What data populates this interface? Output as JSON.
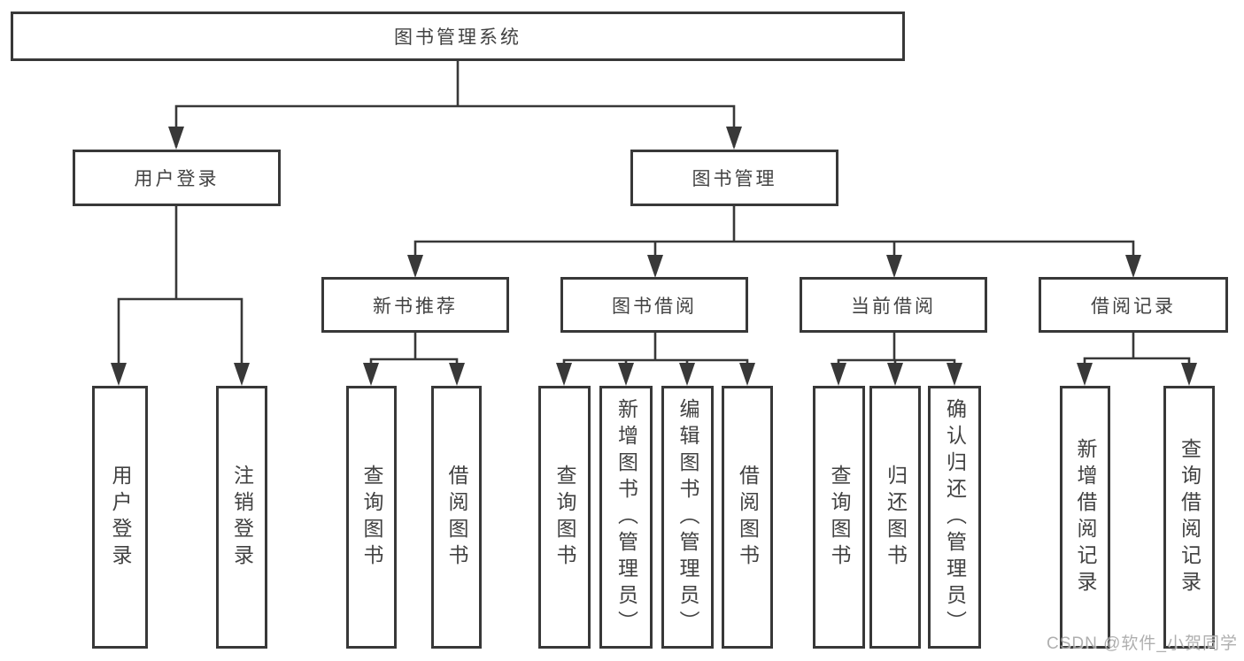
{
  "diagram": {
    "root": {
      "label": "图书管理系统"
    },
    "level2": [
      {
        "label": "用户登录"
      },
      {
        "label": "图书管理"
      }
    ],
    "level3": [
      {
        "label": "新书推荐"
      },
      {
        "label": "图书借阅"
      },
      {
        "label": "当前借阅"
      },
      {
        "label": "借阅记录"
      }
    ],
    "leaves": [
      {
        "label": "用户登录"
      },
      {
        "label": "注销登录"
      },
      {
        "label": "查询图书"
      },
      {
        "label": "借阅图书"
      },
      {
        "label": "查询图书"
      },
      {
        "label": "新增图书（管理员）"
      },
      {
        "label": "编辑图书（管理员）"
      },
      {
        "label": "借阅图书"
      },
      {
        "label": "查询图书"
      },
      {
        "label": "归还图书"
      },
      {
        "label": "确认归还（管理员）"
      },
      {
        "label": "新增借阅记录"
      },
      {
        "label": "查询借阅记录"
      }
    ]
  },
  "watermark": "CSDN @软件_小贺同学",
  "colors": {
    "line": "#383838",
    "text": "#424242",
    "background": "#ffffff"
  }
}
